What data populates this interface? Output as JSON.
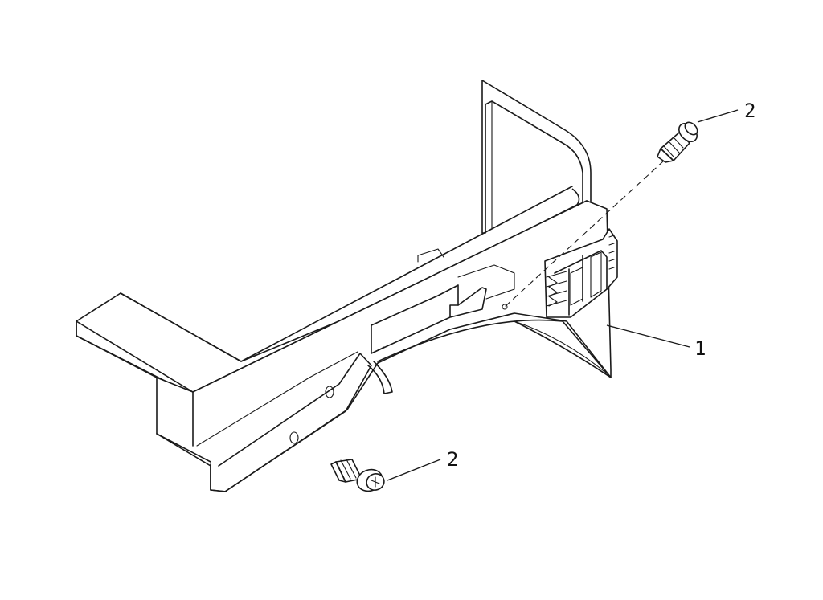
{
  "callouts": [
    {
      "id": "bracket",
      "label": "1"
    },
    {
      "id": "screw-top",
      "label": "2"
    },
    {
      "id": "screw-bottom",
      "label": "2"
    }
  ]
}
